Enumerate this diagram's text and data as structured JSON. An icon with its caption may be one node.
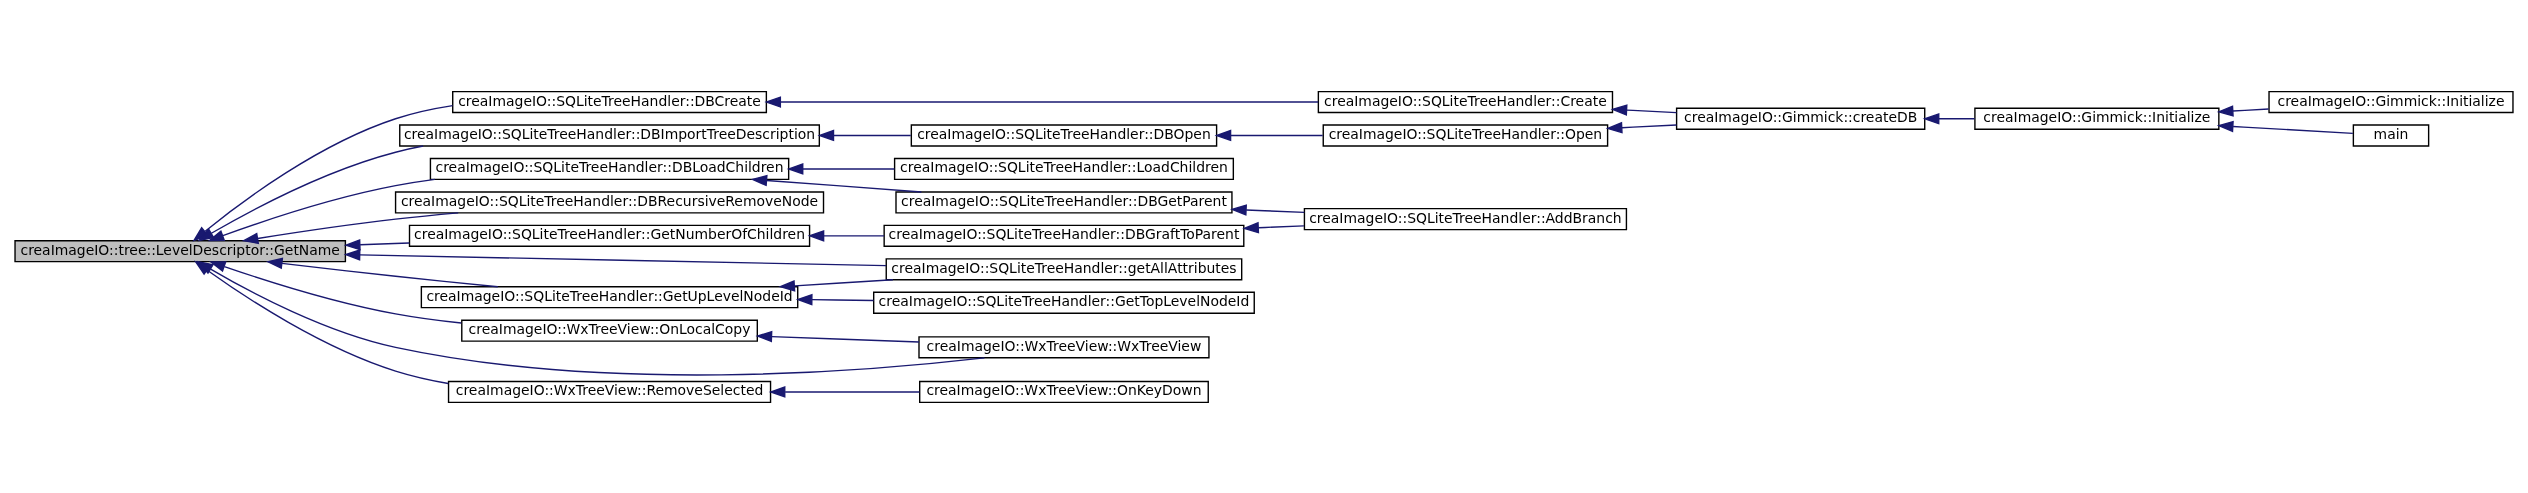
{
  "diagram": {
    "nodes": [
      {
        "text": [
          "creaImageIO::tree::LevelDescriptor::GetName"
        ]
      },
      {
        "text": [
          "creaImageIO::SQLiteTreeHandler::DBCreate"
        ]
      },
      {
        "text": [
          "creaImageIO::SQLiteTreeHandler::DBImportTreeDescription"
        ]
      },
      {
        "text": [
          "creaImageIO::SQLiteTreeHandler::DBLoadChildren"
        ]
      },
      {
        "text": [
          "creaImageIO::SQLiteTreeHandler::DBRecursiveRemoveNode"
        ]
      },
      {
        "text": [
          "creaImageIO::SQLiteTreeHandler::GetNumberOfChildren"
        ]
      },
      {
        "text": [
          "creaImageIO::SQLiteTreeHandler::GetUpLevelNodeId"
        ]
      },
      {
        "text": [
          "creaImageIO::WxTreeView::OnLocalCopy"
        ]
      },
      {
        "text": [
          "creaImageIO::WxTreeView::RemoveSelected"
        ]
      },
      {
        "text": [
          "creaImageIO::SQLiteTreeHandler::Create"
        ]
      },
      {
        "text": [
          "creaImageIO::SQLiteTreeHandler::DBOpen"
        ]
      },
      {
        "text": [
          "creaImageIO::SQLiteTreeHandler::LoadChildren"
        ]
      },
      {
        "text": [
          "creaImageIO::SQLiteTreeHandler::DBGetParent"
        ]
      },
      {
        "text": [
          "creaImageIO::SQLiteTreeHandler::DBGraftToParent"
        ]
      },
      {
        "text": [
          "creaImageIO::SQLiteTreeHandler::getAllAttributes"
        ]
      },
      {
        "text": [
          "creaImageIO::SQLiteTreeHandler::GetTopLevelNodeId"
        ]
      },
      {
        "text": [
          "creaImageIO::WxTreeView::WxTreeView"
        ]
      },
      {
        "text": [
          "creaImageIO::WxTreeView::OnKeyDown"
        ]
      },
      {
        "text": [
          "creaImageIO::SQLiteTreeHandler::Open"
        ]
      },
      {
        "text": [
          "creaImageIO::SQLiteTreeHandler::AddBranch"
        ]
      },
      {
        "text": [
          "creaImageIO::Gimmick::createDB"
        ]
      },
      {
        "text": [
          "creaImageIO::Gimmick::Initialize"
        ]
      },
      {
        "text": [
          "creaImageIO::Gimmick::Initialize"
        ]
      },
      {
        "text": [
          "main"
        ]
      }
    ],
    "edges": [
      {
        "from": 1,
        "to": 0,
        "arrow": "to"
      },
      {
        "from": 2,
        "to": 0,
        "arrow": "to"
      },
      {
        "from": 3,
        "to": 0,
        "arrow": "to"
      },
      {
        "from": 4,
        "to": 0,
        "arrow": "to"
      },
      {
        "from": 5,
        "to": 0,
        "arrow": "to"
      },
      {
        "from": 14,
        "to": 0,
        "arrow": "to"
      },
      {
        "from": 6,
        "to": 0,
        "arrow": "to"
      },
      {
        "from": 7,
        "to": 0,
        "arrow": "to"
      },
      {
        "from": 16,
        "to": 0,
        "arrow": "to"
      },
      {
        "from": 8,
        "to": 0,
        "arrow": "to"
      },
      {
        "from": 9,
        "to": 1,
        "arrow": "to"
      },
      {
        "from": 10,
        "to": 2,
        "arrow": "to"
      },
      {
        "from": 11,
        "to": 3,
        "arrow": "to"
      },
      {
        "from": 12,
        "to": 3,
        "arrow": "to"
      },
      {
        "from": 13,
        "to": 5,
        "arrow": "to"
      },
      {
        "from": 14,
        "to": 6,
        "arrow": "to"
      },
      {
        "from": 15,
        "to": 6,
        "arrow": "to"
      },
      {
        "from": 16,
        "to": 7,
        "arrow": "to"
      },
      {
        "from": 17,
        "to": 8,
        "arrow": "to"
      },
      {
        "from": 20,
        "to": 9,
        "arrow": "to"
      },
      {
        "from": 18,
        "to": 10,
        "arrow": "to"
      },
      {
        "from": 19,
        "to": 12,
        "arrow": "to"
      },
      {
        "from": 19,
        "to": 13,
        "arrow": "to"
      },
      {
        "from": 20,
        "to": 18,
        "arrow": "to"
      },
      {
        "from": 21,
        "to": 20,
        "arrow": "to"
      },
      {
        "from": 22,
        "to": 21,
        "arrow": "to"
      },
      {
        "from": 23,
        "to": 21,
        "arrow": "to"
      }
    ]
  }
}
